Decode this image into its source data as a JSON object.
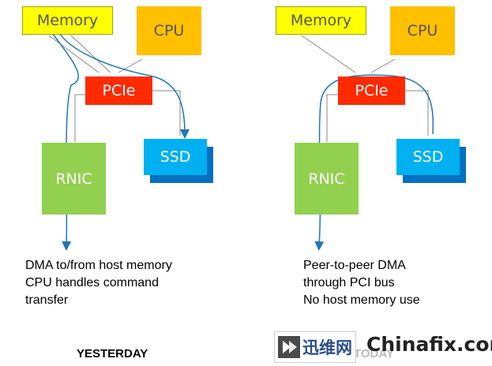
{
  "left": {
    "memory": "Memory",
    "cpu": "CPU",
    "pcie": "PCIe",
    "rnic": "RNIC",
    "ssd": "SSD",
    "desc": [
      "DMA to/from host memory",
      "CPU handles command",
      "transfer"
    ],
    "caption": "YESTERDAY"
  },
  "right": {
    "memory": "Memory",
    "cpu": "CPU",
    "pcie": "PCIe",
    "rnic": "RNIC",
    "ssd": "SSD",
    "desc": [
      "Peer-to-peer DMA",
      "through PCI bus",
      "No host memory use"
    ],
    "caption": "TODAY"
  },
  "watermark": {
    "cn": "迅维网",
    "en": "Chinafix.com"
  },
  "colors": {
    "memory": "#ffff00",
    "cpu": "#ffc000",
    "pcie": "#ff2a00",
    "rnic": "#92d050",
    "ssd": "#00b0f0",
    "ssd_shadow": "#0070c0",
    "arrow": "#1f77b4"
  }
}
